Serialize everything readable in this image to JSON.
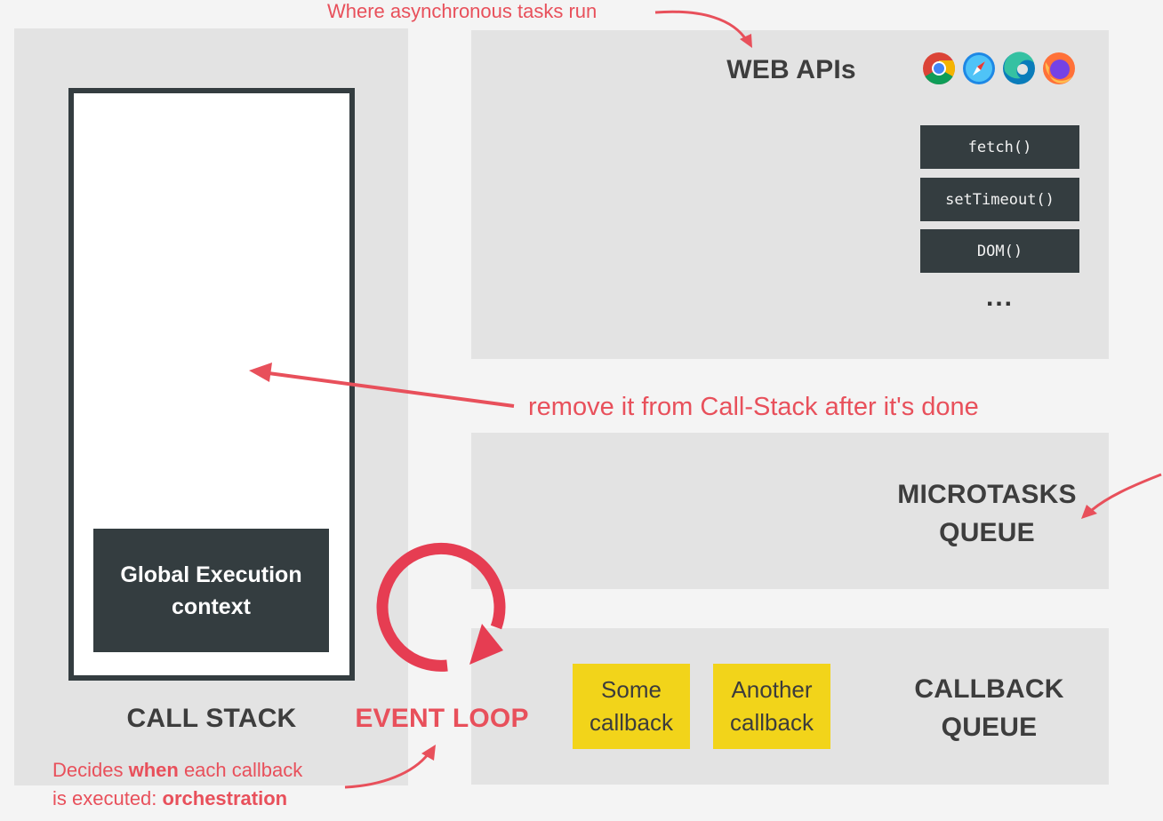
{
  "notes": {
    "top": "Where asynchronous tasks run",
    "middle": "remove it from Call-Stack after it's done",
    "bottom_line1_a": "Decides ",
    "bottom_line1_b": "when",
    "bottom_line1_c": " each callback",
    "bottom_line2_a": "is executed: ",
    "bottom_line2_b": "orchestration"
  },
  "web_apis": {
    "title": "WEB APIs",
    "items": [
      "fetch()",
      "setTimeout()",
      "DOM()"
    ],
    "more": "...",
    "browser_icons": [
      "chrome-icon",
      "safari-icon",
      "edge-icon",
      "firefox-icon"
    ]
  },
  "call_stack": {
    "title": "CALL STACK",
    "global_context": "Global Execution\ncontext"
  },
  "event_loop": {
    "title": "EVENT LOOP"
  },
  "microtasks_queue": {
    "title": "MICROTASKS\nQUEUE"
  },
  "callback_queue": {
    "title": "CALLBACK\nQUEUE",
    "items": [
      "Some\ncallback",
      "Another\ncallback"
    ]
  },
  "colors": {
    "accent": "#e8505b",
    "panel": "#e3e3e3",
    "dark": "#343d40",
    "callback": "#f2d41a"
  }
}
